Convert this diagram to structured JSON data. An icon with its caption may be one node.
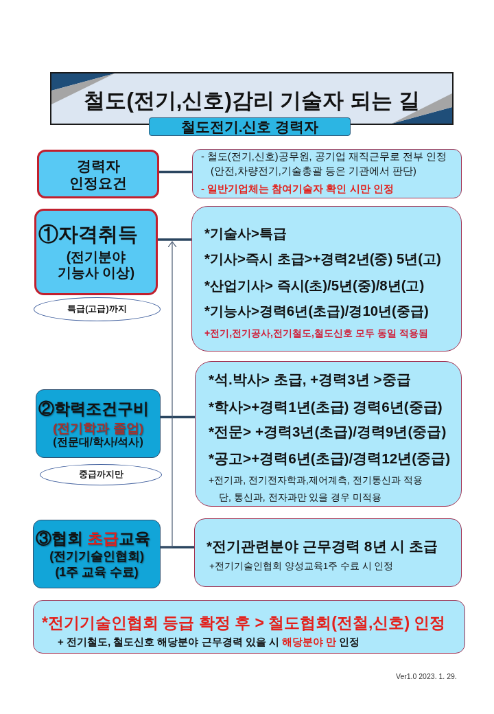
{
  "diagram": {
    "title": "철도(전기,신호)감리 기술자 되는 길",
    "nodes": [
      {
        "text": [
          "철도전기.신호 경력자"
        ]
      },
      {
        "text": [
          "경력자 인정요건"
        ]
      },
      {
        "text": [
          "- 철도(전기,신호)공무원, 공기업 재직근무로 전부 인정 (안전,차량전기,기술총괄 등은 기관에서 판단)",
          "- 일반기업체는 참여기술자 확인 시만 인정"
        ]
      },
      {
        "text": [
          "①자격취득",
          "(전기분야 기능사 이상)"
        ]
      },
      {
        "text": [
          "특급(고급)까지"
        ]
      },
      {
        "text": [
          "*기술사>특급",
          "*기사>즉시 초급>+경력2년(중) 5년(고)",
          "*산업기사> 즉시(초)/5년(중)/8년(고)",
          "*기능사>경력6년(초급)/경10년(중급)",
          "+전기,전기공사,전기철도,철도신호 모두 동일 적용됨"
        ]
      },
      {
        "text": [
          "②학력조건구비",
          "(전기학과 졸업)",
          "(전문대/학사/석사)"
        ]
      },
      {
        "text": [
          "중급까지만"
        ]
      },
      {
        "text": [
          "*석.박사> 초급, +경력3년 >중급",
          "*학사>+경력1년(초급) 경력6년(중급)",
          "*전문> +경력3년(초급)/경력9년(중급)",
          "*공고>+경력6년(초급)/경력12년(중급)",
          "+전기과, 전기전자학과,제어계측, 전기통신과 적용 단, 통신과, 전자과만 있을 경우 미적용"
        ]
      },
      {
        "text": [
          "③협회 **초급**교육",
          "(전기기술인협회)",
          "(1주 교육 수료)"
        ]
      },
      {
        "text": [
          "*전기관련분야 근무경력 8년 시 초급",
          "+전기기술인협회 양성교육1주 수료 시 인정"
        ]
      },
      {
        "text": [
          "*전기기술인협회 등급 확정 후 > 철도협회(전철,신호) 인정",
          "+ 전기철도, 철도신호 해당분야 근무경력 있을 시 **해당분야 만** 인정"
        ]
      }
    ],
    "edges": [
      {
        "from": 1,
        "to": 2,
        "arrow": "none"
      },
      {
        "from": 3,
        "to": 5,
        "arrow": "none"
      },
      {
        "from": 6,
        "to": 8,
        "arrow": "none"
      },
      {
        "from": 9,
        "to": 10,
        "arrow": "none"
      },
      {
        "from": 9,
        "to": 3,
        "arrow": "to",
        "color": "#4a5a72"
      }
    ],
    "labels": [
      "Ver1.0 2023. 1. 29."
    ]
  }
}
